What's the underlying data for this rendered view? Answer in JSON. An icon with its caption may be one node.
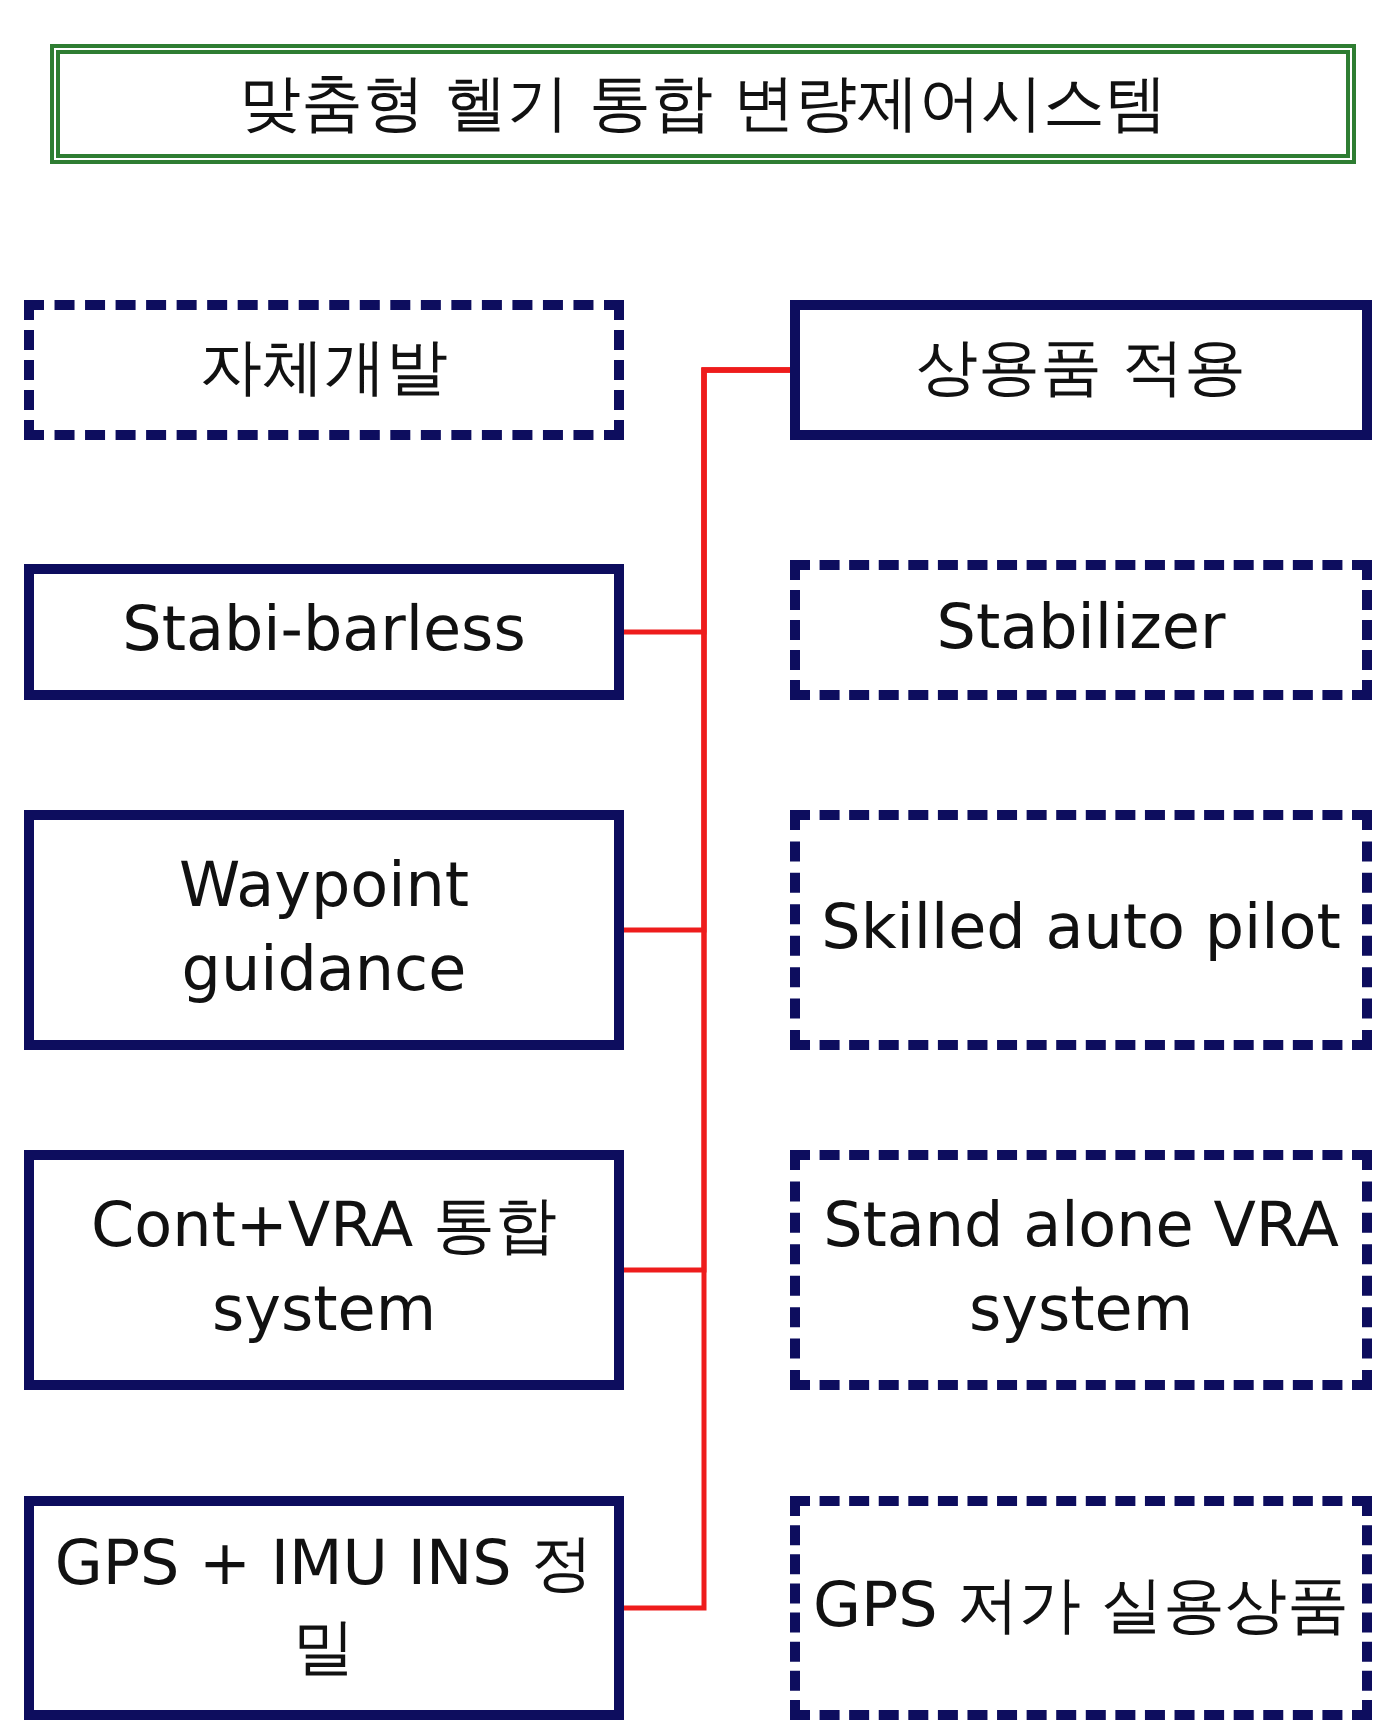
{
  "diagram": {
    "title": "맞춤형 헬기 통합 변량제어시스템",
    "nodes": [
      {
        "text": [
          "자체개발"
        ]
      },
      {
        "text": [
          "상용품 적용"
        ]
      },
      {
        "text": [
          "Stabi-barless"
        ]
      },
      {
        "text": [
          "Stabilizer"
        ]
      },
      {
        "text": [
          "Waypoint guidance"
        ]
      },
      {
        "text": [
          "Skilled auto pilot"
        ]
      },
      {
        "text": [
          "Cont+VRA 통합 system"
        ]
      },
      {
        "text": [
          "Stand alone VRA system"
        ]
      },
      {
        "text": [
          "GPS + IMU INS 정밀"
        ]
      },
      {
        "text": [
          "GPS 저가 실용상품"
        ]
      }
    ],
    "edges": [
      {
        "from": 2,
        "to": 1,
        "arrow": "none"
      },
      {
        "from": 4,
        "to": 1,
        "arrow": "none"
      },
      {
        "from": 6,
        "to": 1,
        "arrow": "none"
      },
      {
        "from": 8,
        "to": 1,
        "arrow": "none"
      }
    ]
  }
}
